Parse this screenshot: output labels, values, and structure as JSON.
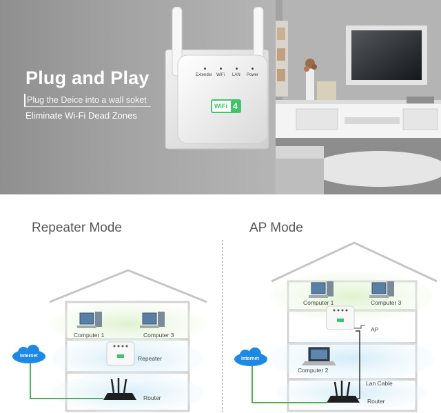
{
  "banner": {
    "headline": "Plug and Play",
    "subline1": "Plug the Deice into a wall soket",
    "subline2": "Eliminate Wi-Fi Dead Zones",
    "device_indicators": [
      "Extender",
      "WiFi",
      "LAN",
      "Power"
    ],
    "device_badge": "WiFi",
    "device_badge_number": "4"
  },
  "repeater_mode": {
    "title": "Repeater Mode",
    "labels": {
      "computer1": "Computer 1",
      "computer3": "Computer 3",
      "repeater": "Repeater",
      "router": "Router",
      "internet": "Internet"
    }
  },
  "ap_mode": {
    "title": "AP Mode",
    "labels": {
      "computer1": "Computer 1",
      "computer3": "Computer 3",
      "computer2": "Computer 2",
      "ap": "AP",
      "lan_cable": "Lan Cable",
      "router": "Router",
      "internet": "Internet"
    }
  },
  "colors": {
    "accent_green": "#3fc46a",
    "cable_green": "#4caf50",
    "cloud_blue": "#1e88e5"
  }
}
